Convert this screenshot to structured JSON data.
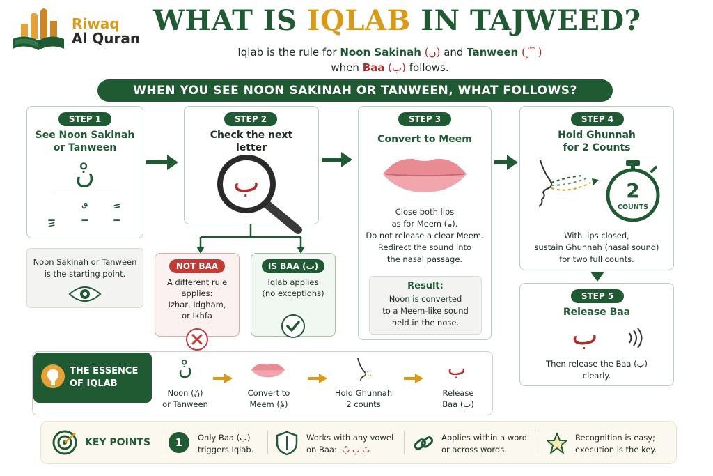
{
  "brand": {
    "line1": "Riwaq",
    "line2": "Al Quran"
  },
  "title": {
    "part1": "WHAT IS ",
    "highlight": "IQLAB",
    "part2": " IN TAJWEED?"
  },
  "subtitle": {
    "pre": "Iqlab is the rule for ",
    "noon": "Noon Sakinah",
    "noon_ar": "(ن)",
    "and": " and ",
    "tanween": "Tanween",
    "tanween_ar": "( ٍ ٌ ً )",
    "line2_pre": "when ",
    "baa": "Baa",
    "baa_ar": "(ب)",
    "line2_post": " follows."
  },
  "banner": "WHEN YOU SEE NOON SAKINAH OR TANWEEN, WHAT FOLLOWS?",
  "step1": {
    "pill": "STEP 1",
    "title_l1": "See Noon Sakinah",
    "title_l2": "or Tanween",
    "noon": "نْ",
    "tanween": [
      "ـٍ",
      "ـٌ",
      "ـً"
    ],
    "note_l1": "Noon Sakinah or Tanween",
    "note_l2": "is the starting point."
  },
  "step2": {
    "pill": "STEP 2",
    "title_l1": "Check the next",
    "title_l2": "letter",
    "letter": "ب",
    "no": {
      "pill": "NOT BAA",
      "l1": "A different rule",
      "l2": "applies:",
      "l3": "Izhar, Idgham,",
      "l4": "or Ikhfa"
    },
    "yes": {
      "pill": "IS BAA (ب)",
      "l1": "Iqlab applies",
      "l2": "(no exceptions)"
    }
  },
  "step3": {
    "pill": "STEP 3",
    "title": "Convert to Meem",
    "l1": "Close both lips",
    "l2": "as for Meem (م).",
    "l3": "Do not release a clear Meem.",
    "l4": "Redirect the sound into",
    "l5": "the nasal passage.",
    "result_title": "Result:",
    "r1": "Noon is converted",
    "r2": "to a Meem-like sound",
    "r3": "held in the nose."
  },
  "step4": {
    "pill": "STEP 4",
    "title_l1": "Hold Ghunnah",
    "title_l2": "for 2 Counts",
    "count": "2",
    "count_label": "COUNTS",
    "l1": "With lips closed,",
    "l2": "sustain Ghunnah (nasal sound)",
    "l3": "for two full counts."
  },
  "step5": {
    "pill": "STEP 5",
    "title": "Release Baa",
    "letter": "ب",
    "l1": "Then release the Baa (ب)",
    "l2": "clearly."
  },
  "essence": {
    "label_l1": "THE ESSENCE",
    "label_l2": "OF IQLAB",
    "items": [
      {
        "glyph": "نْ",
        "l1": "Noon (نْ)",
        "l2": "or Tanween"
      },
      {
        "glyph": "",
        "l1": "Convert to",
        "l2": "Meem (مْ)"
      },
      {
        "glyph": "",
        "l1": "Hold Ghunnah",
        "l2": "2 counts"
      },
      {
        "glyph": "ب",
        "l1": "Release",
        "l2": "Baa (ب)"
      }
    ]
  },
  "keypoints": {
    "label": "KEY POINTS",
    "number": "1",
    "items": [
      {
        "l1": "Only Baa (ب)",
        "l2": "triggers Iqlab."
      },
      {
        "l1": "Works with any vowel",
        "l2": "on Baa:",
        "ar": "بَ  بِ  بُ"
      },
      {
        "l1": "Applies within a word",
        "l2": "or across words."
      },
      {
        "l1": "Recognition is easy;",
        "l2": "execution is the key."
      }
    ]
  },
  "colors": {
    "green": "#1f5a33",
    "gold": "#d79a1c",
    "red": "#b32a2a",
    "lip": "#e88b93"
  }
}
